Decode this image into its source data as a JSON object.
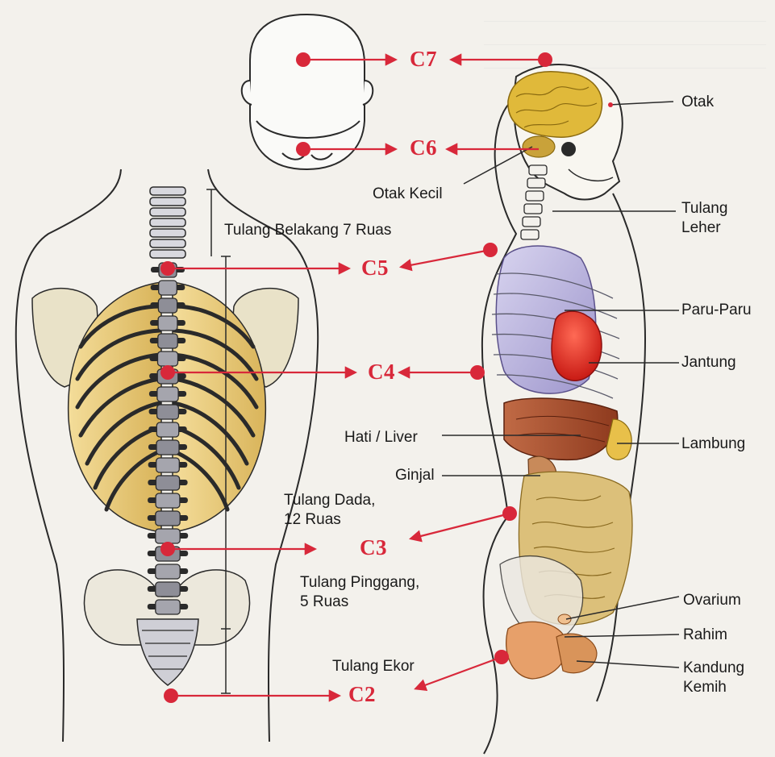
{
  "palette": {
    "background": "#f3f1ec",
    "outline": "#2a2a2a",
    "marker_red": "#d8283a",
    "arrow_red": "#d8283a",
    "bone_yellow": "#e4c46a",
    "vertebra_gray": "#9a9aa3",
    "brain_yellow": "#e0b93a",
    "lung_lavender": "#b9b3da",
    "heart_red": "#e0281f",
    "liver_brown": "#a8472a",
    "intestine_yellow": "#d9b55a",
    "uterus_orange": "#e7a06a"
  },
  "points": {
    "c7": "C7",
    "c6": "C6",
    "c5": "C5",
    "c4": "C4",
    "c3": "C3",
    "c2": "C2"
  },
  "labels": {
    "otak": "Otak",
    "otak_kecil": "Otak Kecil",
    "tulang_leher": "Tulang\nLeher",
    "tulang_belakang": "Tulang Belakang 7 Ruas",
    "paru_paru": "Paru-Paru",
    "jantung": "Jantung",
    "hati_liver": "Hati / Liver",
    "lambung": "Lambung",
    "ginjal": "Ginjal",
    "tulang_dada": "Tulang Dada,\n12 Ruas",
    "tulang_pinggang": "Tulang Pinggang,\n 5 Ruas",
    "tulang_ekor": "Tulang Ekor",
    "ovarium": "Ovarium",
    "rahim": "Rahim",
    "kandung_kemih": "Kandung\nKemih"
  }
}
